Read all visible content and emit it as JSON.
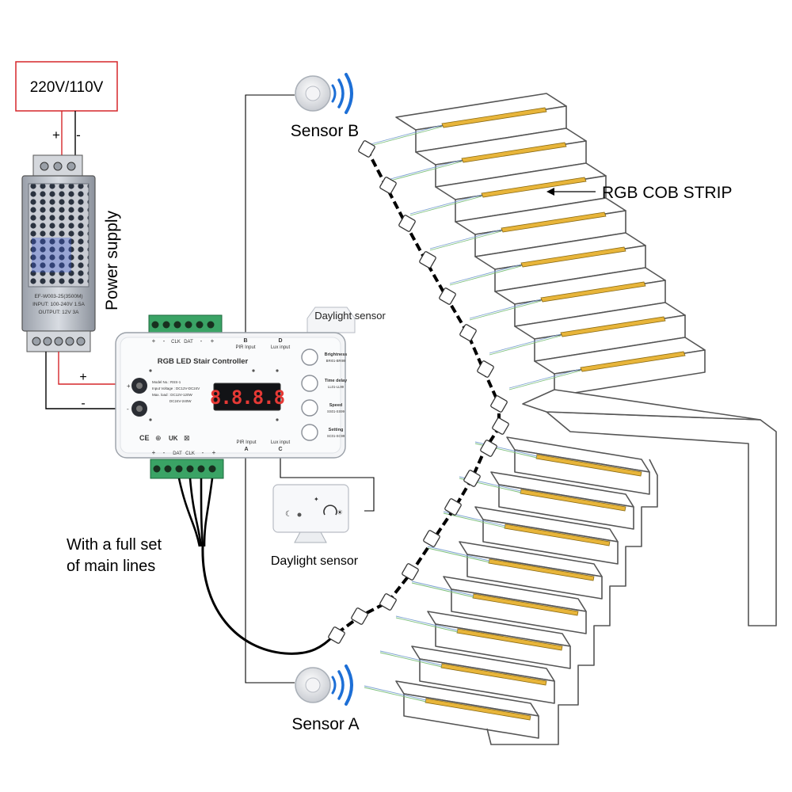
{
  "voltage_label": "220V/110V",
  "power_supply": {
    "label": "Power supply",
    "plus": "+",
    "minus": "-",
    "output_plus": "+",
    "output_minus": "-",
    "plate_lines": [
      "EF-W003-25(3500M)",
      "INPUT: 100-240V 1.5A",
      "OUTPUT: 12V 3A"
    ]
  },
  "controller": {
    "title": "RGB LED Stair Controller",
    "display": "8.8.8.8",
    "top_terminals": [
      "+",
      "-",
      "CLK",
      "DAT",
      "-",
      "+"
    ],
    "bottom_terminals": [
      "+",
      "-",
      "DAT",
      "CLK",
      "-",
      "+"
    ],
    "port_b": "B",
    "port_b_sub": "PIR Input",
    "port_d": "D",
    "port_d_sub": "Lux input",
    "port_a": "A",
    "port_a_sub": "PIR Input",
    "port_c": "C",
    "port_c_sub": "Lux input",
    "buttons": [
      {
        "label": "Brightness",
        "sub": "BRI01-BRI99"
      },
      {
        "label": "Time delay",
        "sub": "LL01-LL99"
      },
      {
        "label": "Speed",
        "sub": "SS01-SS99"
      },
      {
        "label": "Setting",
        "sub": "SC01-SC99"
      }
    ],
    "model_lines": [
      "Model No.: RSS-1",
      "Input Voltage : DC12V-DC24V",
      "Max. load : DC12V-120W",
      "DC24V-240W"
    ],
    "cert_marks": [
      "CE",
      "⊕",
      "UK",
      "⊠"
    ]
  },
  "labels": {
    "sensor_b": "Sensor B",
    "sensor_a": "Sensor A",
    "daylight_top": "Daylight sensor",
    "daylight_bottom": "Daylight sensor",
    "rgb_cob": "RGB COB STRIP",
    "main_lines_1": "With a full set",
    "main_lines_2": "of main lines"
  },
  "colors": {
    "wire_red": "#d6262a",
    "terminal_green": "#3aa365",
    "strip_amber": "#e8b53a",
    "sensor_blue": "#1d6fd6",
    "display_red": "#e53935"
  },
  "icons": [
    "pir-sensor-icon",
    "wave-signal-icon",
    "daylight-sensor-icon",
    "terminal-block-icon"
  ]
}
